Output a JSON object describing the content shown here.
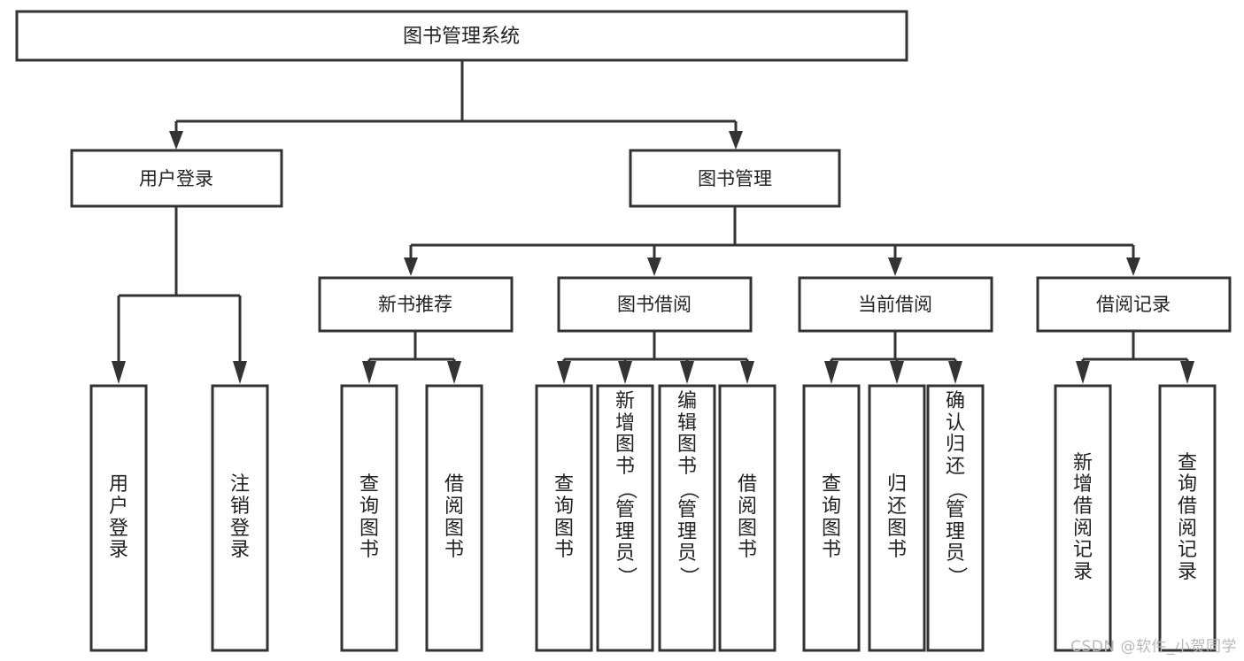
{
  "diagram": {
    "title": "图书管理系统",
    "type": "hierarchy-tree",
    "watermark": "CSDN @软件_小贺同学",
    "colors": {
      "box_stroke": "#333333",
      "box_fill": "#ffffff",
      "connector": "#333333",
      "text": "#222222",
      "background": "#ffffff",
      "watermark": "#b9b9b9"
    },
    "levels": {
      "root": {
        "label": "图书管理系统"
      },
      "level2": [
        {
          "label": "用户登录"
        },
        {
          "label": "图书管理"
        }
      ],
      "level3": [
        {
          "label": "新书推荐"
        },
        {
          "label": "图书借阅"
        },
        {
          "label": "当前借阅"
        },
        {
          "label": "借阅记录"
        }
      ]
    },
    "groups": [
      {
        "parent": "用户登录",
        "leaves": [
          {
            "label": "用户登录",
            "chars": [
              "用",
              "户",
              "登",
              "录"
            ]
          },
          {
            "label": "注销登录",
            "chars": [
              "注",
              "销",
              "登",
              "录"
            ]
          }
        ]
      },
      {
        "parent": "新书推荐",
        "leaves": [
          {
            "label": "查询图书",
            "chars": [
              "查",
              "询",
              "图",
              "书"
            ]
          },
          {
            "label": "借阅图书",
            "chars": [
              "借",
              "阅",
              "图",
              "书"
            ]
          }
        ]
      },
      {
        "parent": "图书借阅",
        "leaves": [
          {
            "label": "查询图书",
            "chars": [
              "查",
              "询",
              "图",
              "书"
            ]
          },
          {
            "label": "新增图书（管理员）",
            "chars": [
              "新",
              "增",
              "图",
              "书",
              "（",
              "管",
              "理",
              "员",
              "）"
            ]
          },
          {
            "label": "编辑图书（管理员）",
            "chars": [
              "编",
              "辑",
              "图",
              "书",
              "（",
              "管",
              "理",
              "员",
              "）"
            ]
          },
          {
            "label": "借阅图书",
            "chars": [
              "借",
              "阅",
              "图",
              "书"
            ]
          }
        ]
      },
      {
        "parent": "当前借阅",
        "leaves": [
          {
            "label": "查询图书",
            "chars": [
              "查",
              "询",
              "图",
              "书"
            ]
          },
          {
            "label": "归还图书",
            "chars": [
              "归",
              "还",
              "图",
              "书"
            ]
          },
          {
            "label": "确认归还（管理员）",
            "chars": [
              "确",
              "认",
              "归",
              "还",
              "（",
              "管",
              "理",
              "员",
              "）"
            ]
          }
        ]
      },
      {
        "parent": "借阅记录",
        "leaves": [
          {
            "label": "新增借阅记录",
            "chars": [
              "新",
              "增",
              "借",
              "阅",
              "记",
              "录"
            ]
          },
          {
            "label": "查询借阅记录",
            "chars": [
              "查",
              "询",
              "借",
              "阅",
              "记",
              "录"
            ]
          }
        ]
      }
    ]
  }
}
